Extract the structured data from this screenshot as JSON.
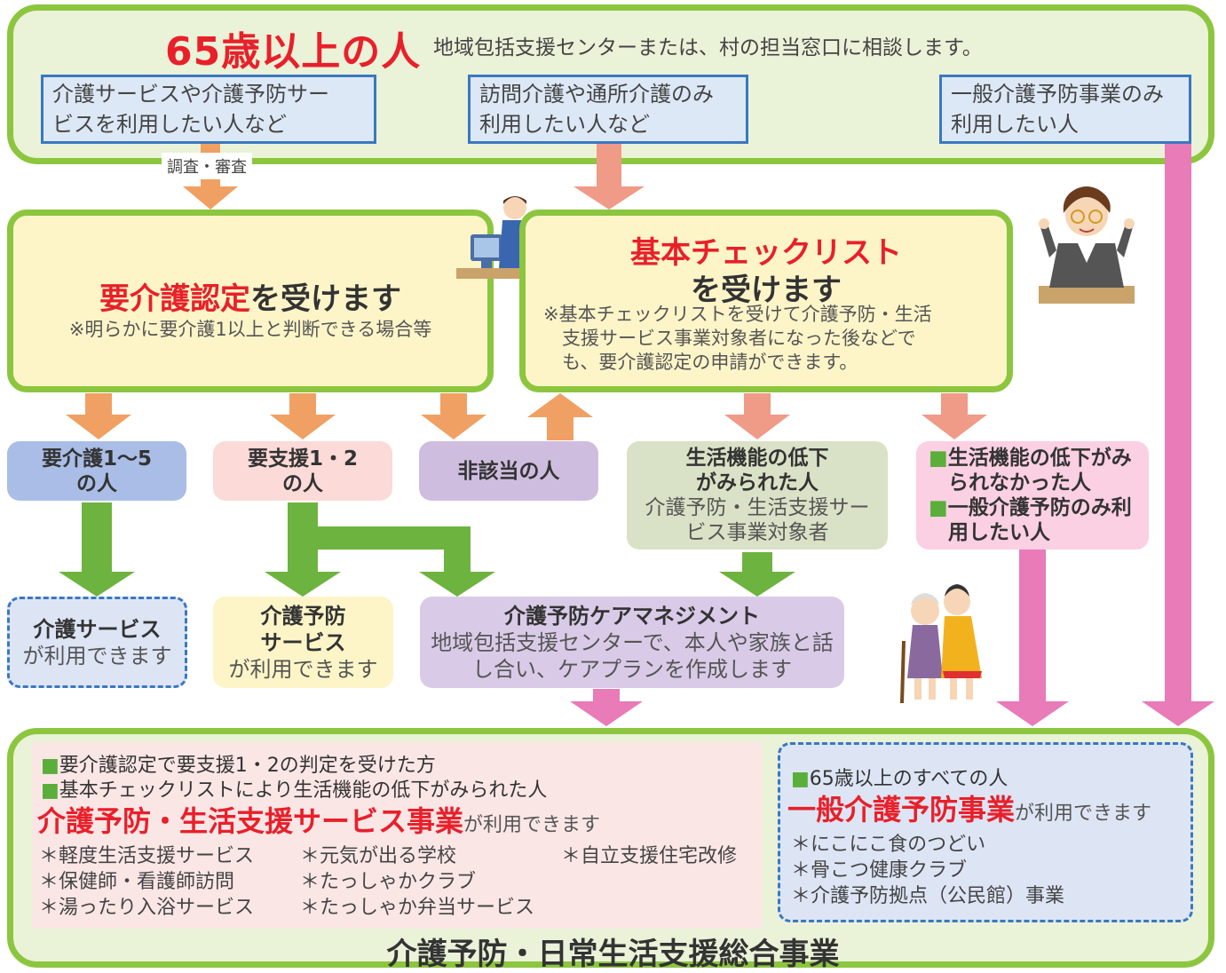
{
  "top": {
    "title": "65歳以上の人",
    "subtitle": "地域包括支援センターまたは、村の担当窓口に相談します。",
    "categories": [
      {
        "line1": "介護サービスや介護予防サー",
        "line2": "ビスを利用したい人など"
      },
      {
        "line1": "訪問介護や通所介護のみ",
        "line2": "利用したい人など"
      },
      {
        "line1": "一般介護予防事業のみ",
        "line2": "利用したい人"
      }
    ],
    "survey_tag": "調査・審査"
  },
  "certification": {
    "title_red": "要介護認定",
    "title_rest": "を受けます",
    "note": "※明らかに要介護1以上と判断できる場合等"
  },
  "checklist": {
    "title_line1": "基本チェックリスト",
    "title_line2": "を受けます",
    "note_lines": [
      "※基本チェックリストを受けて介護予防・生活",
      "　支援サービス事業対象者になった後などで",
      "　も、要介護認定の申請ができます。"
    ]
  },
  "results": {
    "care_level": {
      "line1": "要介護1～5",
      "line2": "の人"
    },
    "support_level": {
      "line1": "要支援1・2",
      "line2": "の人"
    },
    "not_applicable": "非該当の人",
    "decline": {
      "line1": "生活機能の低下",
      "line2": "がみられた人",
      "line3": "介護予防・生活支援サー",
      "line4": "ビス事業対象者"
    },
    "no_decline": {
      "bullet": "■",
      "line1": "生活機能の低下がみ",
      "line2": "られなかった人",
      "line3": "一般介護予防のみ利",
      "line4": "用したい人"
    }
  },
  "services": {
    "care": {
      "line1": "介護サービス",
      "line2": "が利用できます"
    },
    "prevention": {
      "line1": "介護予防",
      "line2": "サービス",
      "line3": "が利用できます"
    },
    "management": {
      "title": "介護予防ケアマネジメント",
      "line1": "地域包括支援センターで、本人や家族と話",
      "line2": "し合い、ケアプランを作成します"
    }
  },
  "bottom_left": {
    "bullet": "■",
    "line1": "要介護認定で要支援1・2の判定を受けた方",
    "line2": "基本チェックリストにより生活機能の低下がみられた人",
    "big": "介護予防・生活支援サービス事業",
    "big_tail": "が利用できます",
    "items": [
      "＊軽度生活支援サービス",
      "＊保健師・看護師訪問",
      "＊湯ったり入浴サービス",
      "＊元気が出る学校",
      "＊たっしゃかクラブ",
      "＊たっしゃか弁当サービス",
      "＊自立支援住宅改修"
    ]
  },
  "bottom_right": {
    "bullet": "■",
    "line1": "65歳以上のすべての人",
    "big": "一般介護予防事業",
    "big_tail": "が利用できます",
    "items": [
      "＊にこにこ食のつどい",
      "＊骨こつ健康クラブ",
      "＊介護予防拠点（公民館）事業"
    ]
  },
  "footer": "介護予防・日常生活支援総合事業",
  "colors": {
    "frame_green": "#8cc63f",
    "title_red": "#e8202a",
    "orange_arrow": "#f0a062",
    "green_arrow": "#6db33f",
    "pink_arrow": "#e87bb8",
    "blue_border": "#3a78c0"
  }
}
